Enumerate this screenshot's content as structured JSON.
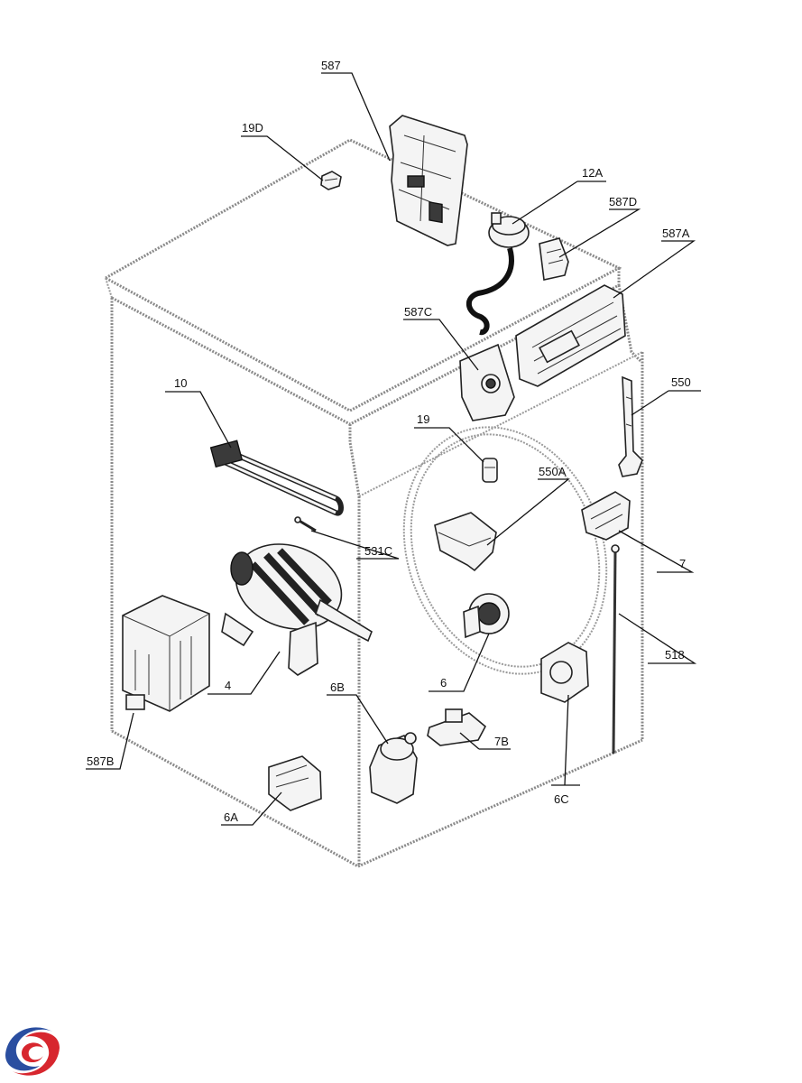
{
  "callouts": {
    "c587": "587",
    "c19D": "19D",
    "c12A": "12A",
    "c587D": "587D",
    "c587A": "587A",
    "c587C": "587C",
    "c550": "550",
    "c10": "10",
    "c19": "19",
    "c550A": "550A",
    "c531C": "531C",
    "c7": "7",
    "c4": "4",
    "c518": "518",
    "c6": "6",
    "c6B": "6B",
    "c7B": "7B",
    "c587B": "587B",
    "c6C": "6C",
    "c6A": "6A"
  },
  "colors": {
    "logo_blue": "#2a4ea0",
    "logo_red": "#d7262e",
    "line": "#111111",
    "cabinet": "#8a8a8a"
  }
}
